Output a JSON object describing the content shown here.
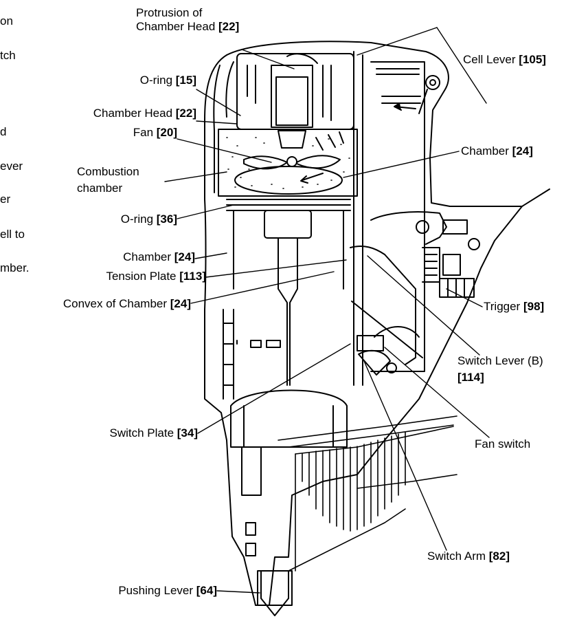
{
  "left_text_fragments": [
    "on",
    "tch",
    "d",
    "ever",
    "er",
    "ell to",
    "mber."
  ],
  "labels": {
    "protrusion": {
      "line1": "Protrusion",
      "line2": "of",
      "line3": "Chamber Head",
      "num": "[22]"
    },
    "cell_lever": {
      "text": "Cell Lever",
      "num": "[105]"
    },
    "o_ring_15": {
      "text": "O-ring",
      "num": "[15]"
    },
    "chamber_head": {
      "text": "Chamber Head",
      "num": "[22]"
    },
    "fan": {
      "text": "Fan",
      "num": "[20]"
    },
    "chamber_24_right": {
      "text": "Chamber",
      "num": "[24]"
    },
    "combustion": {
      "line1": "Combustion",
      "line2": "chamber"
    },
    "o_ring_36": {
      "text": "O-ring",
      "num": "[36]"
    },
    "chamber_24_left": {
      "text": "Chamber",
      "num": "[24]"
    },
    "tension_plate": {
      "text": "Tension Plate",
      "num": "[113]"
    },
    "convex": {
      "text": "Convex of Chamber",
      "num": "[24]"
    },
    "trigger": {
      "text": "Trigger",
      "num": "[98]"
    },
    "switch_lever_b": {
      "text": "Switch Lever (B)",
      "num": "[114]"
    },
    "switch_plate": {
      "text": "Switch Plate",
      "num": "[34]"
    },
    "fan_switch": {
      "text": "Fan switch"
    },
    "switch_arm": {
      "text": "Switch Arm",
      "num": "[82]"
    },
    "pushing_lever": {
      "text": "Pushing Lever",
      "num": "[64]"
    }
  },
  "colors": {
    "ink": "#000000",
    "paper": "#ffffff"
  }
}
